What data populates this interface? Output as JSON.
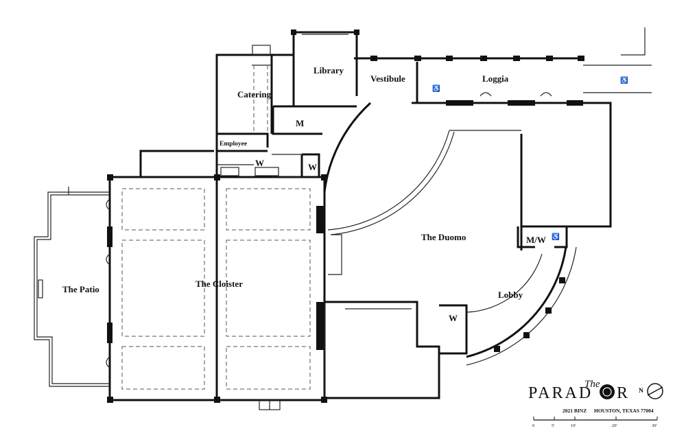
{
  "rooms": {
    "library": "Library",
    "vestibule": "Vestibule",
    "loggia": "Loggia",
    "catering": "Catering",
    "restroom_m": "M",
    "employee": "Employee",
    "restroom_w1": "W",
    "restroom_w2": "W",
    "duomo": "The Duomo",
    "restroom_mw": "M/W",
    "lobby": "Lobby",
    "restroom_w3": "W",
    "patio": "The Patio",
    "cloister": "The Cloister"
  },
  "branding": {
    "the": "The",
    "name_left": "PARAD",
    "name_right": "R",
    "north": "N",
    "address_street": "2021 BINZ",
    "address_city": "HOUSTON, TEXAS 77004"
  },
  "scale_bar": {
    "ticks": [
      "0",
      "5'",
      "10'",
      "20'",
      "30'"
    ]
  },
  "icons": {
    "accessible": "♿"
  }
}
